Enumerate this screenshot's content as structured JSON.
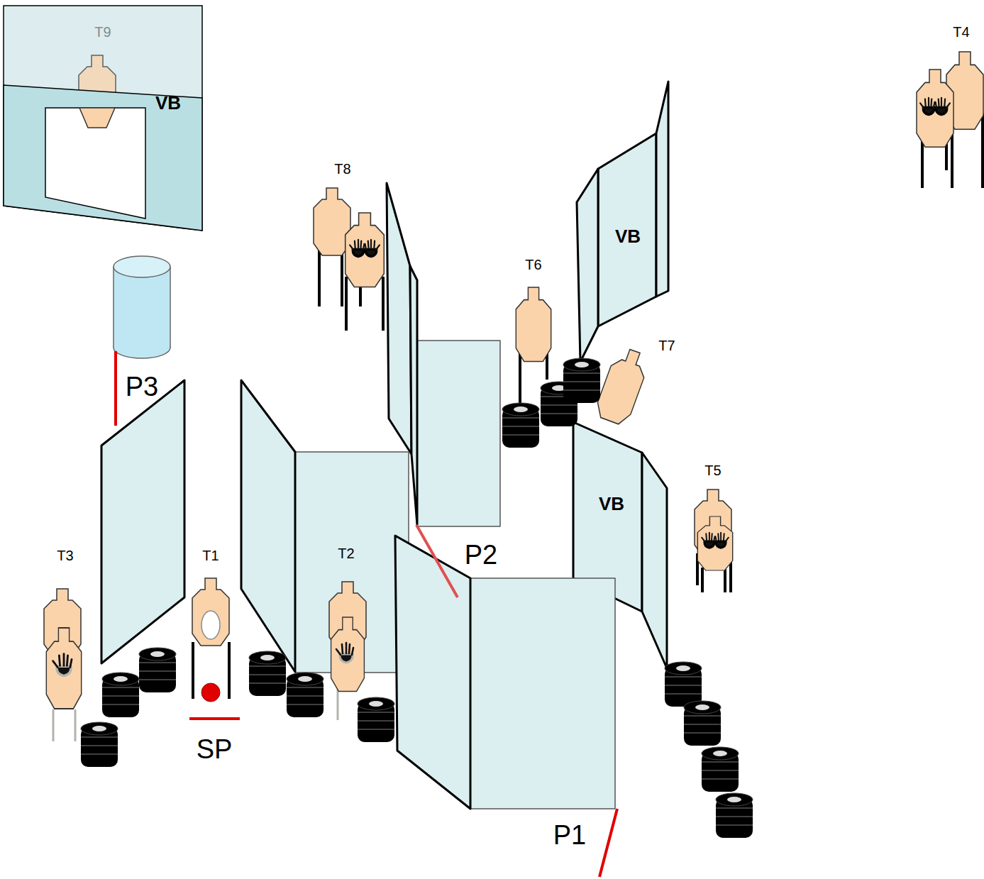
{
  "diagram": {
    "labels": [
      "T9",
      "VB",
      "T4",
      "T8",
      "VB",
      "T6",
      "T7",
      "P3",
      "VB",
      "T5",
      "T3",
      "T1",
      "T2",
      "P2",
      "SP",
      "P1"
    ]
  }
}
